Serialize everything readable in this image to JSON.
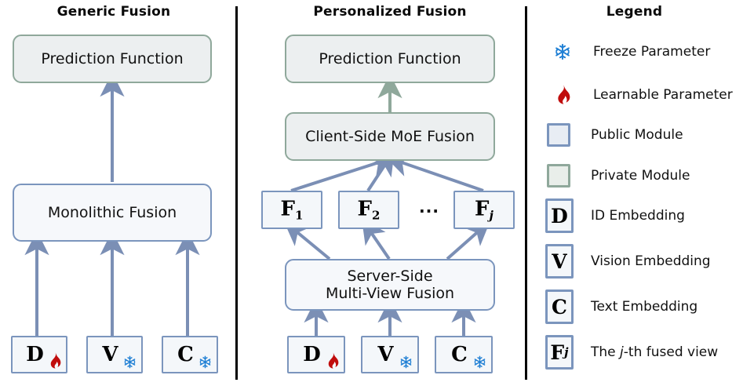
{
  "panels": {
    "generic": {
      "title": "Generic Fusion",
      "prediction": "Prediction Function",
      "fusion": "Monolithic Fusion",
      "inputs": [
        {
          "glyph": "D",
          "mark": "fire-icon",
          "name": "id-embedding"
        },
        {
          "glyph": "V",
          "mark": "snowflake-icon",
          "name": "vision-embedding"
        },
        {
          "glyph": "C",
          "mark": "snowflake-icon",
          "name": "text-embedding"
        }
      ]
    },
    "personalized": {
      "title": "Personalized Fusion",
      "prediction": "Prediction Function",
      "moe": "Client-Side MoE Fusion",
      "server_line1": "Server-Side",
      "server_line2": "Multi-View Fusion",
      "fused_views": [
        {
          "glyph": "F",
          "sub": "1"
        },
        {
          "glyph": "F",
          "sub": "2"
        },
        {
          "glyph": "F",
          "sub": "j"
        }
      ],
      "ellipsis": "⋯",
      "inputs": [
        {
          "glyph": "D",
          "mark": "fire-icon",
          "name": "id-embedding"
        },
        {
          "glyph": "V",
          "mark": "snowflake-icon",
          "name": "vision-embedding"
        },
        {
          "glyph": "C",
          "mark": "snowflake-icon",
          "name": "text-embedding"
        }
      ]
    }
  },
  "legend": {
    "title": "Legend",
    "items": [
      {
        "type": "icon",
        "icon": "snowflake-icon",
        "label": "Freeze Parameter"
      },
      {
        "type": "icon",
        "icon": "fire-icon",
        "label": "Learnable Parameter"
      },
      {
        "type": "swatch",
        "variant": "public",
        "label": "Public Module"
      },
      {
        "type": "swatch",
        "variant": "private",
        "label": "Private Module"
      },
      {
        "type": "box",
        "glyph": "D",
        "label": "ID Embedding"
      },
      {
        "type": "box",
        "glyph": "V",
        "label": "Vision Embedding"
      },
      {
        "type": "box",
        "glyph": "C",
        "label": "Text Embedding"
      },
      {
        "type": "box",
        "glyph": "F",
        "sub": "j",
        "label_pre": "The ",
        "label_it": "j",
        "label_post": "-th fused view"
      }
    ]
  },
  "colors": {
    "public_border": "#7b95bd",
    "public_fill": "#f6f8fb",
    "private_border": "#8fa89b",
    "private_fill": "#eceff0",
    "arrow_blue": "#7b8fb5",
    "arrow_green": "#8fa89b",
    "fire": "#c00d0d",
    "snow": "#1f7fd4",
    "divider": "#000000"
  }
}
